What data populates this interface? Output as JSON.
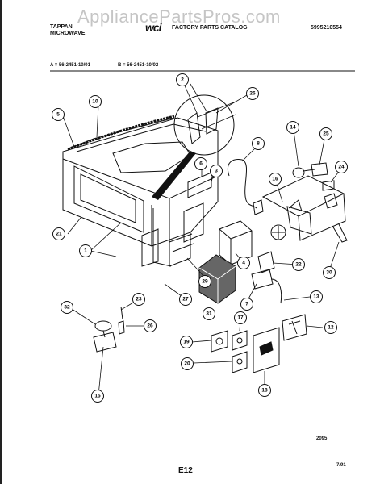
{
  "watermark": "AppliancePartsPros.com",
  "header": {
    "brand_line1": "TAPPAN",
    "brand_line2": "MICROWAVE",
    "logo": "wci",
    "title": "FACTORY PARTS CATALOG",
    "catalog_number": "5995210554"
  },
  "models": [
    "A = 56-2451-10/01",
    "B = 56-2451-10/02"
  ],
  "callouts": [
    "2",
    "26",
    "10",
    "5",
    "14",
    "25",
    "8",
    "6",
    "3",
    "24",
    "16",
    "21",
    "1",
    "22",
    "4",
    "30",
    "29",
    "27",
    "13",
    "7",
    "23",
    "32",
    "31",
    "17",
    "26",
    "12",
    "19",
    "20",
    "18",
    "15"
  ],
  "footer": {
    "drawing_code": "2095",
    "page_code": "E12",
    "date": "7/91"
  }
}
